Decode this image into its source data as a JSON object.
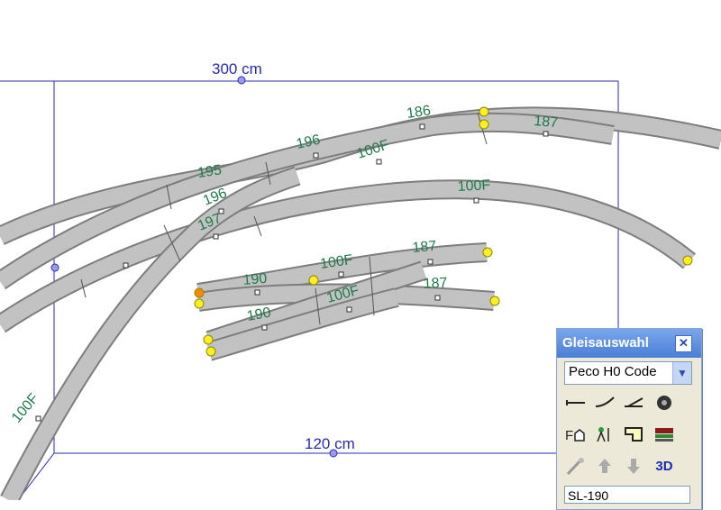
{
  "drawing": {
    "dimension_width": "300 cm",
    "dimension_height": "120 cm",
    "labels": [
      "186",
      "187",
      "196",
      "100F",
      "195",
      "196",
      "197",
      "100F",
      "100F",
      "187",
      "190",
      "100F",
      "187",
      "190",
      "100F"
    ]
  },
  "palette": {
    "title": "Gleisauswahl",
    "close_symbol": "✕",
    "library": "Peco H0 Code",
    "selected_item": "SL-190",
    "tools_3d_label": "3D"
  }
}
